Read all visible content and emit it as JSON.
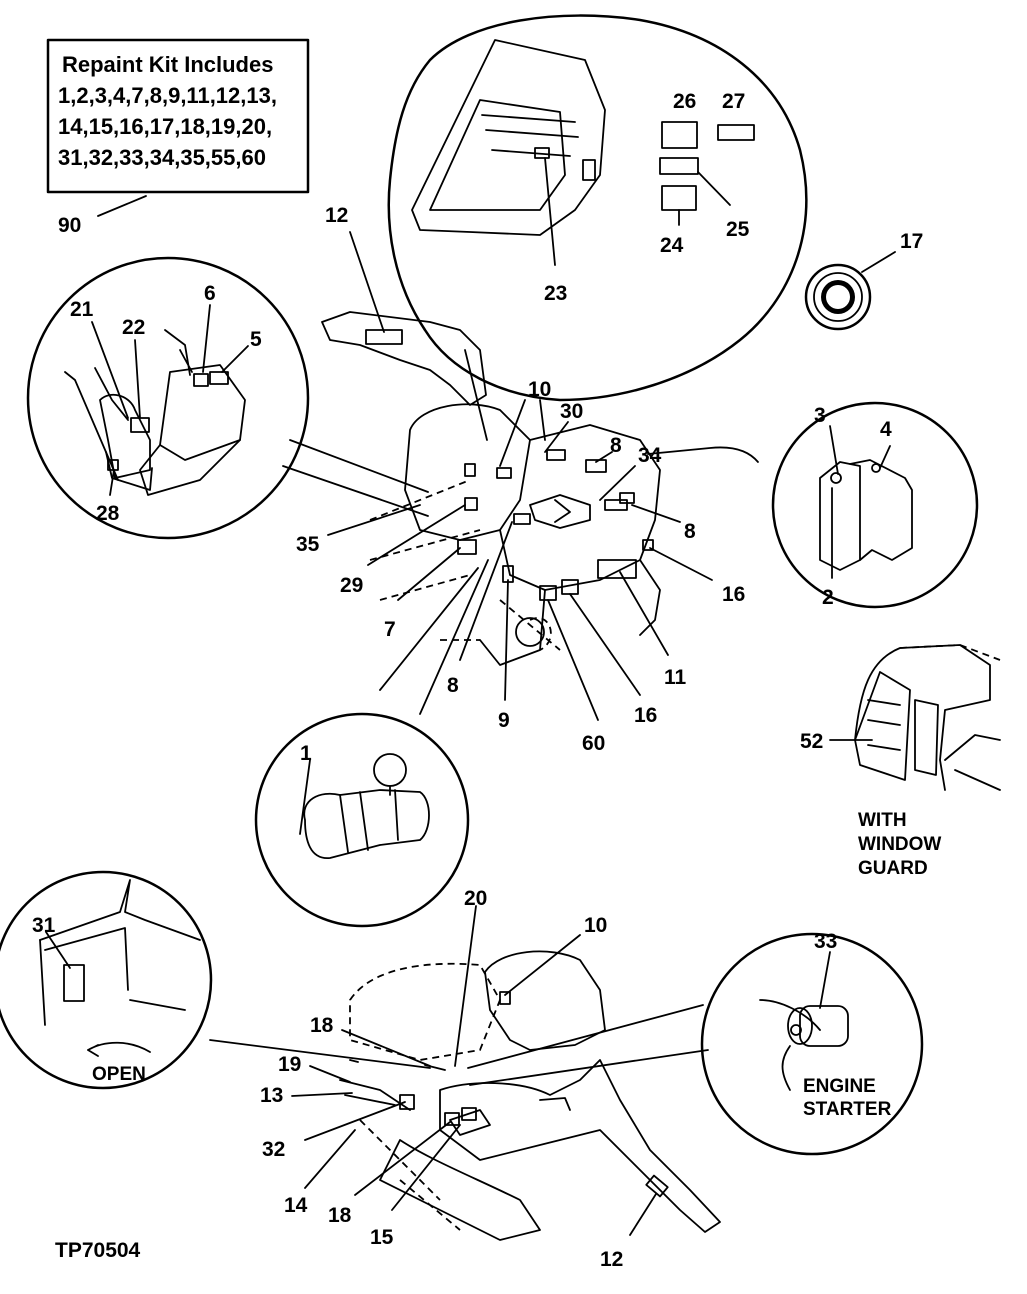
{
  "kit_box": {
    "lines": [
      "Repaint Kit Includes",
      "1,2,3,4,7,8,9,11,12,13,",
      "14,15,16,17,18,19,20,",
      "31,32,33,34,35,55,60"
    ]
  },
  "callouts": {
    "c1": "1",
    "c2": "2",
    "c3": "3",
    "c4": "4",
    "c5": "5",
    "c6": "6",
    "c7": "7",
    "c8a": "8",
    "c8b": "8",
    "c8c": "8",
    "c9": "9",
    "c10a": "10",
    "c10b": "10",
    "c11": "11",
    "c12a": "12",
    "c12b": "12",
    "c13": "13",
    "c14": "14",
    "c15": "15",
    "c16a": "16",
    "c16b": "16",
    "c17": "17",
    "c18a": "18",
    "c18b": "18",
    "c19": "19",
    "c20": "20",
    "c21": "21",
    "c22": "22",
    "c23": "23",
    "c24": "24",
    "c25": "25",
    "c26": "26",
    "c27": "27",
    "c28": "28",
    "c29": "29",
    "c30": "30",
    "c31": "31",
    "c32": "32",
    "c33": "33",
    "c34": "34",
    "c35": "35",
    "c52": "52",
    "c60": "60",
    "c90": "90"
  },
  "captions": {
    "window_guard": [
      "WITH",
      "WINDOW",
      "GUARD"
    ],
    "open": "OPEN",
    "engine_starter": [
      "ENGINE",
      "STARTER"
    ]
  },
  "figure_id": "TP70504"
}
